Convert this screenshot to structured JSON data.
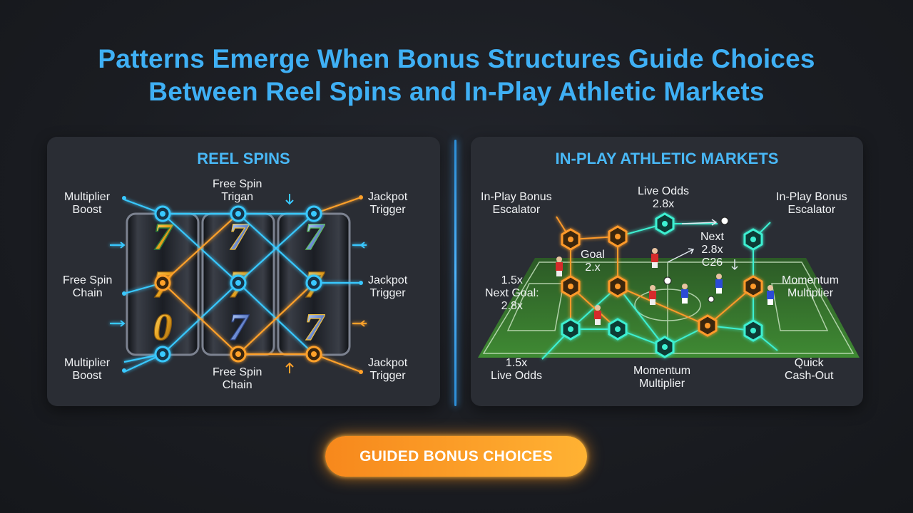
{
  "title": {
    "line1": "Patterns Emerge When Bonus Structures Guide Choices",
    "line2": "Between Reel Spins and In-Play Athletic Markets"
  },
  "reel_panel": {
    "heading": "REEL SPINS",
    "labels": {
      "multiplier_boost_top": "Multiplier\nBoost",
      "free_spin_trigger_top": "Free Spin\nTrigan",
      "jackpot_trigger_top": "Jackpot\nTrigger",
      "free_spin_chain_mid": "Free Spin\nChain",
      "jackpot_trigger_mid": "Jackpot\nTrigger",
      "multiplier_boost_bottom": "Multiplier\nBoost",
      "free_spin_chain_bottom": "Free Spin\nChain",
      "jackpot_trigger_bottom": "Jackpot\nTrigger"
    },
    "symbols": [
      "7",
      "7",
      "7",
      "7",
      "7",
      "7",
      "0",
      "7",
      "7"
    ],
    "colors": {
      "cyan": "#39c8ff",
      "orange": "#ffa12a"
    }
  },
  "market_panel": {
    "heading": "IN-PLAY ATHLETIC MARKETS",
    "labels": {
      "bonus_escalator_left": "In-Play Bonus\nEscalator",
      "live_odds_top": "Live Odds\n2.8x",
      "bonus_escalator_right": "In-Play Bonus\nEscalator",
      "next_odds": "Next\n2.8x\nC26",
      "goal": "Goal\n2.x",
      "next_goal": "1.5x\nNext Goal:\n2.8x",
      "momentum_right": "Momentum\nMultiplier",
      "live_odds_bottom": "1.5x\nLive Odds",
      "momentum_bottom": "Momentum\nMultiplier",
      "quick_cashout": "Quick\nCash-Out"
    },
    "colors": {
      "teal": "#3df0d2",
      "orange": "#ff9a2a",
      "pitch": "#2f6b2a"
    }
  },
  "cta": {
    "label": "GUIDED BONUS CHOICES"
  },
  "icons": {
    "ball": "soccer-ball-icon",
    "arrow": "arrow-icon"
  }
}
